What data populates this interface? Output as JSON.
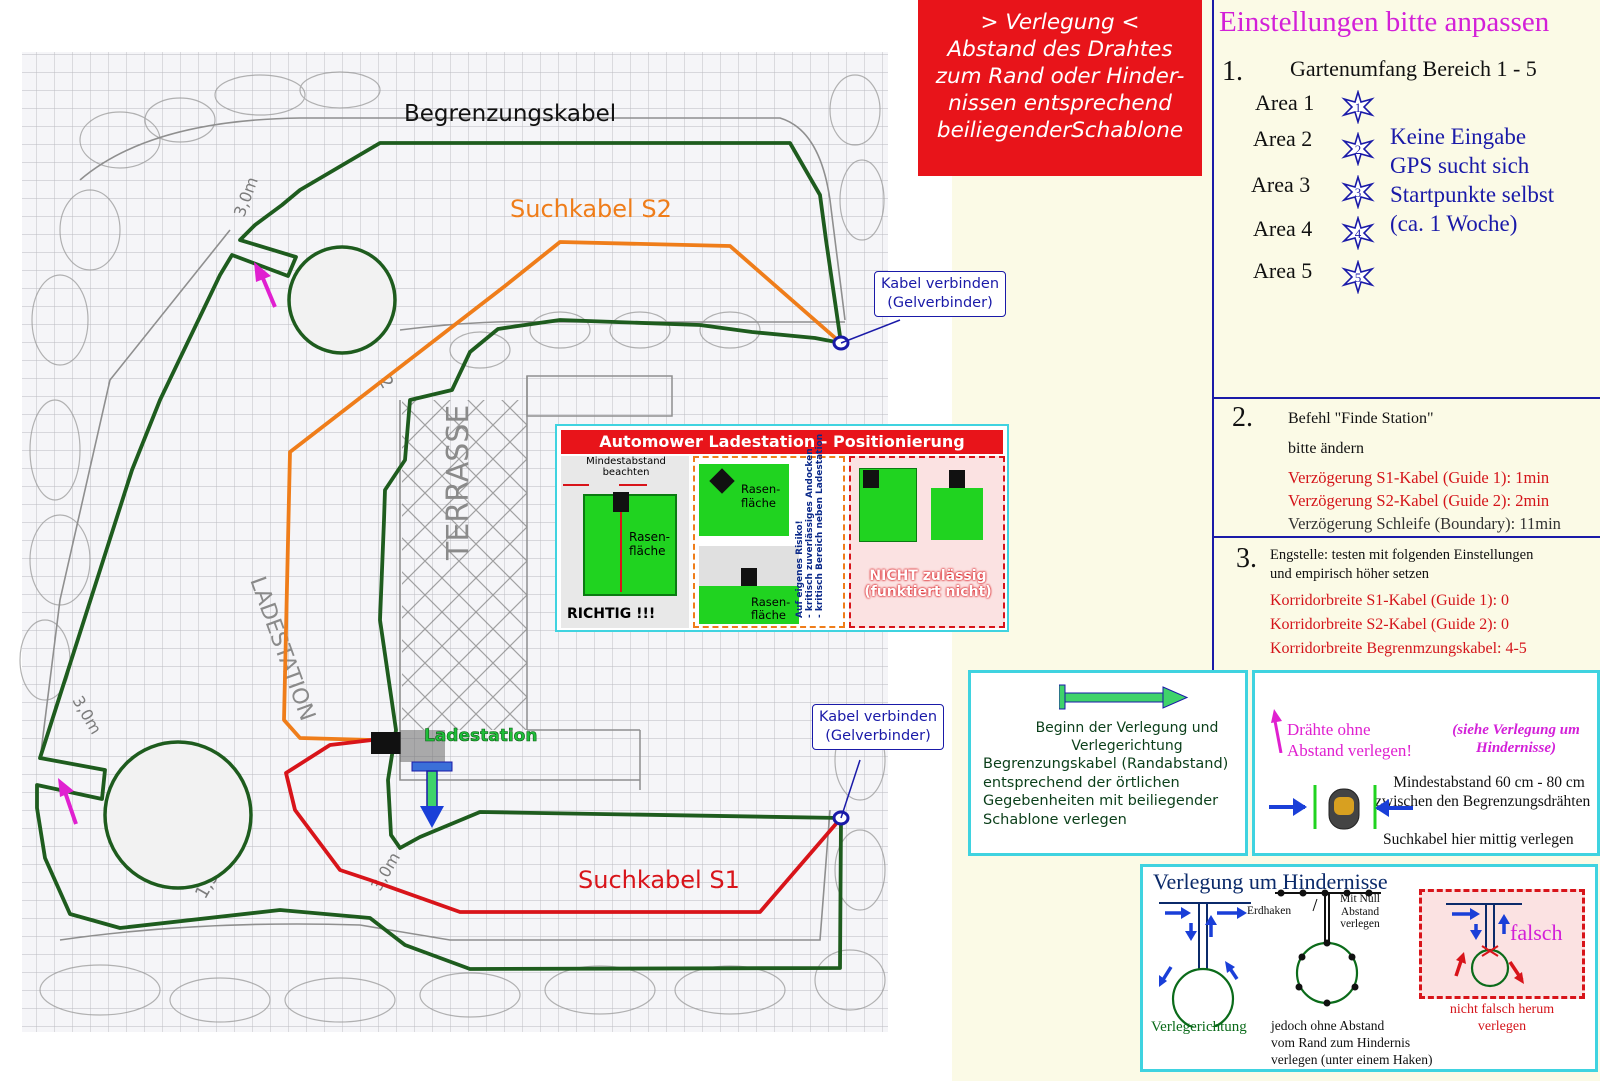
{
  "red_header": {
    "lines": [
      "> Verlegung <",
      "Abstand des Drahtes",
      "zum Rand oder Hinder-",
      "nissen entsprechend",
      "beiliegenderSchablone"
    ]
  },
  "plan": {
    "boundary_label": "Begrenzungskabel",
    "s2_label": "Suchkabel S2",
    "s1_label": "Suchkabel S1",
    "station_label": "Ladestation",
    "callout_top": [
      "Kabel verbinden",
      "(Gelverbinder)"
    ],
    "callout_bottom": [
      "Kabel verbinden",
      "(Gelverbinder)"
    ],
    "sketch_terrasse": "TERRASSE",
    "sketch_ladestation": "LADESTATION",
    "sketch_dim_30m_top": "3,0m",
    "sketch_dim_30m_left": "3,0m",
    "sketch_dim_30m_bottom": "3,0m",
    "sketch_dim_15": "1,5",
    "sketch_dim_2": "2",
    "colors": {
      "boundary": "#1e5c1e",
      "s2": "#ef7d1a",
      "s1": "#d8141a",
      "arrow": "#e020d0"
    }
  },
  "positioning": {
    "title": "Automower Ladestation - Positionierung",
    "min_distance": [
      "Mindestabstand",
      "beachten"
    ],
    "rasen_flaeche": [
      "Rasen-",
      "fläche"
    ],
    "richtig": "RICHTIG !!!",
    "risk_text": [
      "Auf eigenes Risiko!",
      "- kritisch zuverlässiges Andocken",
      "- kritisch Bereich neben Ladestation"
    ],
    "nicht_zulaessig": [
      "NICHT zulässig",
      "(funktiert nicht)"
    ]
  },
  "settings": {
    "title": "Einstellungen bitte anpassen",
    "sec1_num": "1.",
    "sec1_title": "Gartenumfang Bereich 1 - 5",
    "areas": [
      "Area 1",
      "Area 2",
      "Area 3",
      "Area 4",
      "Area 5"
    ],
    "area_stars": [
      "1",
      "2",
      "3",
      "4",
      "5"
    ],
    "gps_note": [
      "Keine Eingabe",
      "GPS sucht sich",
      "Startpunkte selbst",
      "(ca. 1 Woche)"
    ],
    "sec2_num": "2.",
    "sec2_line1": "Befehl \"Finde Station\"",
    "sec2_line2": "bitte ändern",
    "sec2_items": [
      "Verzögerung S1-Kabel (Guide 1): 1min",
      "Verzögerung S2-Kabel (Guide 2): 2min",
      "Verzögerung Schleife (Boundary): 11min"
    ],
    "sec3_num": "3.",
    "sec3_line1": "Engstelle: testen mit folgenden Einstellungen",
    "sec3_line2": "und empirisch höher setzen",
    "sec3_items": [
      "Korridorbreite S1-Kabel (Guide 1): 0",
      "Korridorbreite S2-Kabel (Guide 2): 0",
      "Korridorbreite Begrenmzungskabel: 4-5"
    ]
  },
  "legend_start": {
    "lines": [
      "Beginn der Verlegung und",
      "Verlegerichtung",
      "Begrenzungskabel (Randabstand)",
      "entsprechend der örtlichen",
      "Gegebenheiten mit beiliegender",
      "Schablone verlegen"
    ]
  },
  "legend_wires": {
    "magenta": [
      "Drähte ohne",
      "Abstand verlegen!"
    ],
    "note": [
      "(siehe Verlegung um",
      "Hindernisse)"
    ],
    "min_dist": [
      "Mindestabstand 60 cm - 80 cm",
      "zwischen den Begrenzungsdrähten"
    ],
    "guide_mid": "Suchkabel hier mittig verlegen"
  },
  "obstacles": {
    "title": "Verlegung um Hindernisse",
    "direction": "Verlegerichtung",
    "erdhaken": "Erdhaken",
    "null_abstand": [
      "Mit Null",
      "Abstand",
      "verlegen"
    ],
    "without_distance": [
      "jedoch ohne Abstand",
      "vom Rand zum Hindernis",
      "verlegen (unter einem Haken)"
    ],
    "falsch": "falsch",
    "not_wrong_way": [
      "nicht falsch herum",
      "verlegen"
    ]
  }
}
